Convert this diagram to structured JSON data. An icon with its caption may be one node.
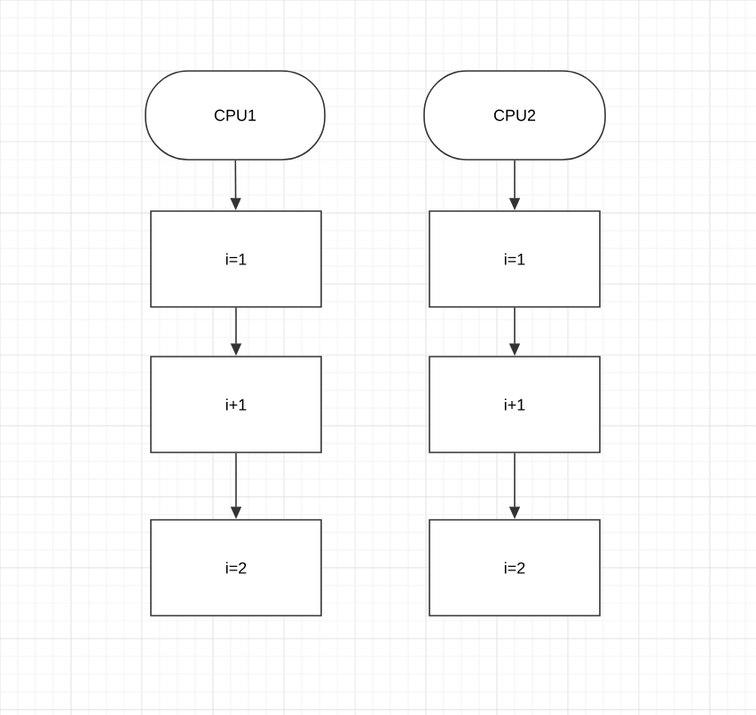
{
  "diagram": {
    "nodes": [
      {
        "text": [
          "CPU1"
        ]
      },
      {
        "text": [
          "CPU2"
        ]
      },
      {
        "text": [
          "i=1"
        ]
      },
      {
        "text": [
          "i=1"
        ]
      },
      {
        "text": [
          "i+1"
        ]
      },
      {
        "text": [
          "i+1"
        ]
      },
      {
        "text": [
          "i=2"
        ]
      },
      {
        "text": [
          "i=2"
        ]
      }
    ],
    "edges": [
      {
        "from": 0,
        "to": 2,
        "arrow": "to"
      },
      {
        "from": 2,
        "to": 4,
        "arrow": "to"
      },
      {
        "from": 4,
        "to": 6,
        "arrow": "to"
      },
      {
        "from": 1,
        "to": 3,
        "arrow": "to"
      },
      {
        "from": 3,
        "to": 5,
        "arrow": "to"
      },
      {
        "from": 5,
        "to": 7,
        "arrow": "to"
      }
    ]
  }
}
